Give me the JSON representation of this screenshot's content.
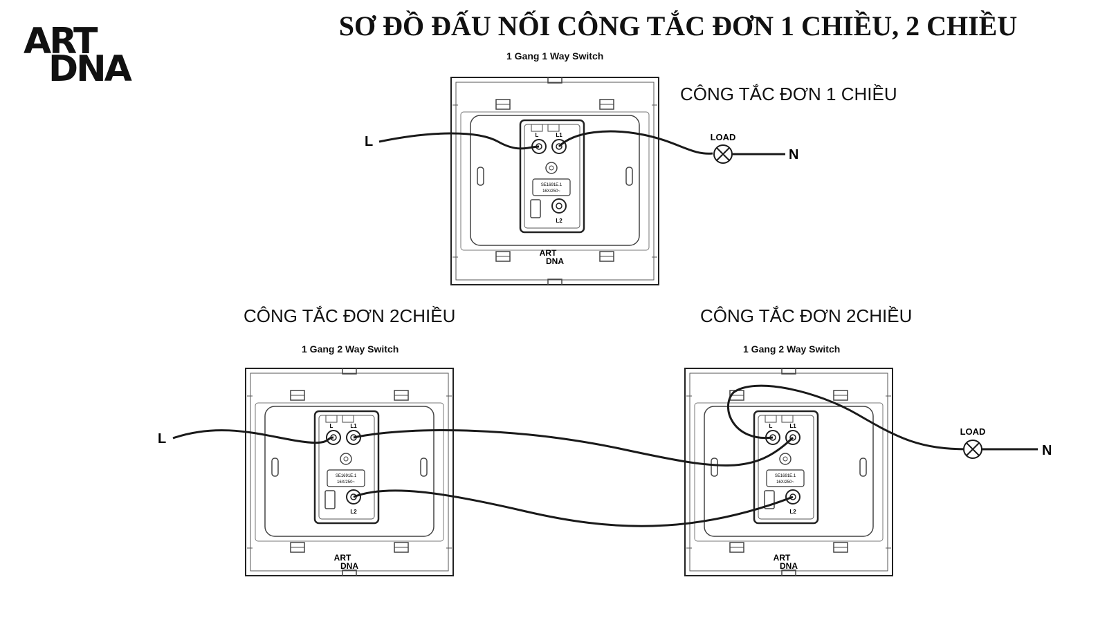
{
  "brand": {
    "line1": "ART",
    "line2": "DNA"
  },
  "title": "SƠ ĐỒ ĐẤU NỐI CÔNG TẮC ĐƠN 1 CHIỀU, 2 CHIỀU",
  "top": {
    "model_label": "1 Gang 1 Way Switch",
    "caption": "CÔNG TẮC ĐƠN 1 CHIỀU",
    "line_label": "L",
    "load_label": "LOAD",
    "neutral_label": "N"
  },
  "bottom_left": {
    "model_label": "1 Gang 2 Way Switch",
    "caption": "CÔNG TẮC ĐƠN 2CHIỀU",
    "line_label": "L"
  },
  "bottom_right": {
    "model_label": "1 Gang 2 Way Switch",
    "caption": "CÔNG TẮC ĐƠN 2CHIỀU",
    "load_label": "LOAD",
    "neutral_label": "N"
  },
  "terminals": {
    "l": "L",
    "l1": "L1",
    "l2": "L2"
  },
  "plate_text": {
    "standard": "SE1691E.1",
    "rating": "16X/250~"
  },
  "plate_logo": {
    "line1": "ART",
    "line2": "DNA"
  },
  "wire_color": "#1a1a1a"
}
